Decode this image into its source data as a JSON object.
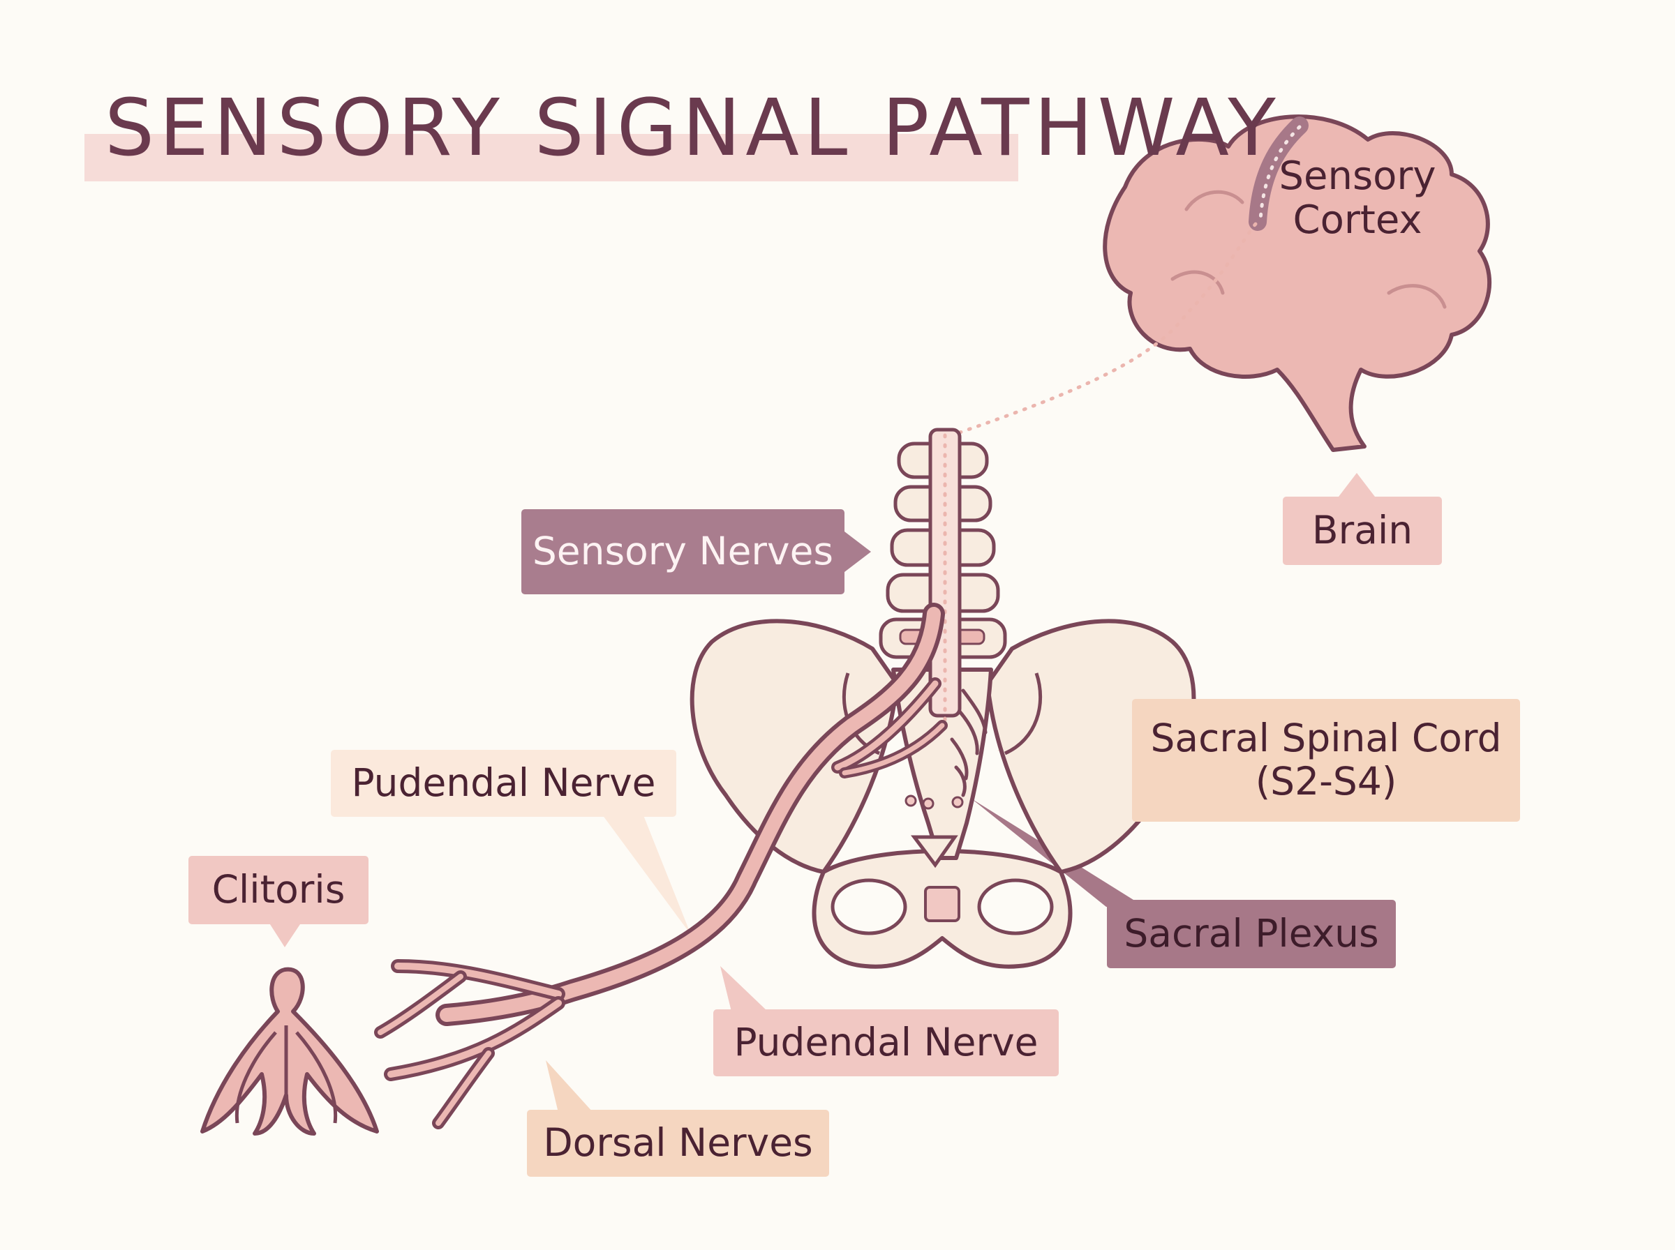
{
  "title": "SENSORY SIGNAL PATHWAY",
  "labels": {
    "sensory_cortex": [
      "Sensory",
      "Cortex"
    ],
    "brain": "Brain",
    "sensory_nerves": "Sensory Nerves",
    "sacral_spinal_cord": [
      "Sacral Spinal Cord",
      "(S2-S4)"
    ],
    "pudendal_nerve_upper": "Pudendal Nerve",
    "clitoris": "Clitoris",
    "sacral_plexus": "Sacral Plexus",
    "pudendal_nerve_lower": "Pudendal Nerve",
    "dorsal_nerves": "Dorsal Nerves"
  },
  "colors": {
    "background": "#fdfbf6",
    "outline": "#7a4658",
    "tissue_pink": "#ecb8b3",
    "bone_cream": "#f8ece0",
    "label_dark": "#a97d8e",
    "label_pink": "#f1c8c3",
    "label_peach": "#f5d6c0",
    "label_cream": "#fbe9dc"
  }
}
